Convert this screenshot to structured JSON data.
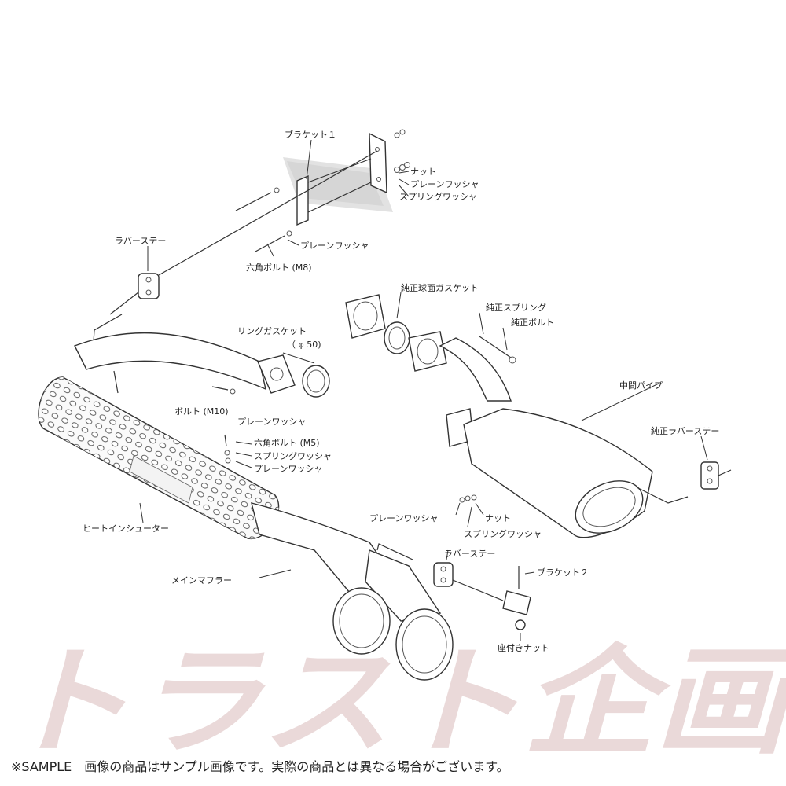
{
  "labels": {
    "bracket1": "ブラケット１",
    "nut_top": "ナット",
    "plain_washer_top": "プレーンワッシャ",
    "spring_washer_top": "スプリングワッシャ",
    "plain_washer_m8": "プレーンワッシャ",
    "hex_bolt_m8": "六角ボルト (M8)",
    "rubber_stay_left": "ラバーステー",
    "genuine_gasket": "純正球面ガスケット",
    "genuine_spring": "純正スプリング",
    "genuine_bolt": "純正ボルト",
    "ring_gasket": "リングガスケット",
    "ring_gasket_size": "（ φ 50)",
    "bolt_m10": "ボルト (M10)",
    "plain_washer_m10": "プレーンワッシャ",
    "mid_pipe": "中間パイプ",
    "genuine_rubber_stay": "純正ラバーステー",
    "hex_bolt_m5": "六角ボルト (M5)",
    "spring_washer_m5": "スプリングワッシャ",
    "plain_washer_m5": "プレーンワッシャ",
    "plain_washer_mid": "プレーンワッシャ",
    "nut_mid": "ナット",
    "spring_washer_mid": "スプリングワッシャ",
    "heat_insulator": "ヒートインシューター",
    "rubber_stay_right": "ラバーステー",
    "bracket2": "ブラケット２",
    "main_muffler": "メインマフラー",
    "flange_nut": "座付きナット"
  },
  "watermark": {
    "text": "トラスト企画",
    "color": "#e7d3d3",
    "accent_color": "#f0c9c9"
  },
  "footer_note": "※SAMPLE　画像の商品はサンプル画像です。実際の商品とは異なる場合がございます。"
}
